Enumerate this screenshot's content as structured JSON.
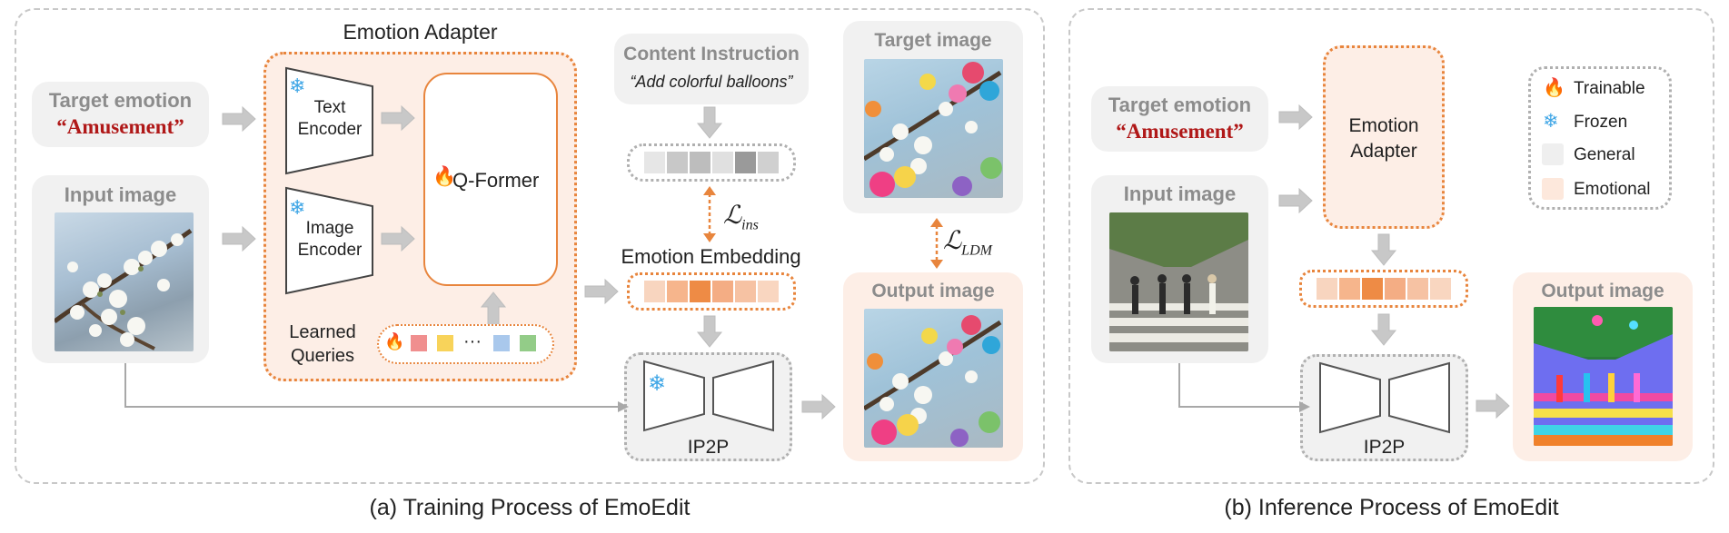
{
  "caption_a": "(a) Training Process of EmoEdit",
  "caption_b": "(b) Inference Process of EmoEdit",
  "training": {
    "emotion_adapter_title": "Emotion Adapter",
    "target_emotion_label": "Target emotion",
    "target_emotion_value": "“Amusement”",
    "input_image_label": "Input image",
    "text_encoder": [
      "Text",
      "Encoder"
    ],
    "image_encoder": [
      "Image",
      "Encoder"
    ],
    "qformer": "Q-Former",
    "learned_queries": [
      "Learned",
      "Queries"
    ],
    "ellipsis": "···",
    "content_instruction_label": "Content Instruction",
    "content_instruction_text": "“Add colorful balloons”",
    "loss_ins_main": "ℒ",
    "loss_ins_sub": "ins",
    "emotion_embedding_label": "Emotion Embedding",
    "ip2p": "IP2P",
    "target_image_label": "Target image",
    "loss_ldm_main": "ℒ",
    "loss_ldm_sub": "LDM",
    "output_image_label": "Output image"
  },
  "inference": {
    "target_emotion_label": "Target emotion",
    "target_emotion_value": "“Amusement”",
    "input_image_label": "Input image",
    "emotion_adapter": [
      "Emotion",
      "Adapter"
    ],
    "ip2p": "IP2P",
    "output_image_label": "Output image"
  },
  "legend": {
    "items": [
      {
        "label": "Trainable",
        "icon": "flame-icon"
      },
      {
        "label": "Frozen",
        "icon": "snowflake-icon"
      },
      {
        "label": "General",
        "swatch": "#efefef"
      },
      {
        "label": "Emotional",
        "swatch": "#fde8dc"
      }
    ]
  },
  "colors": {
    "accent_orange": "#e8853d",
    "frozen_blue": "#3fa6e6",
    "emotion_red": "#b01818",
    "token_gray": [
      "#e6e6e6",
      "#c8c8c8",
      "#bdbdbd",
      "#e0e0e0",
      "#9a9a9a",
      "#d0d0d0"
    ],
    "token_orange": [
      "#f8d5bf",
      "#f6b58c",
      "#ee8b45",
      "#f4ad84",
      "#f6c2a3",
      "#f9d6c0"
    ],
    "query_colors": [
      "#f08f8f",
      "#f8d35a",
      "#a9c8ec",
      "#93cc88"
    ]
  }
}
